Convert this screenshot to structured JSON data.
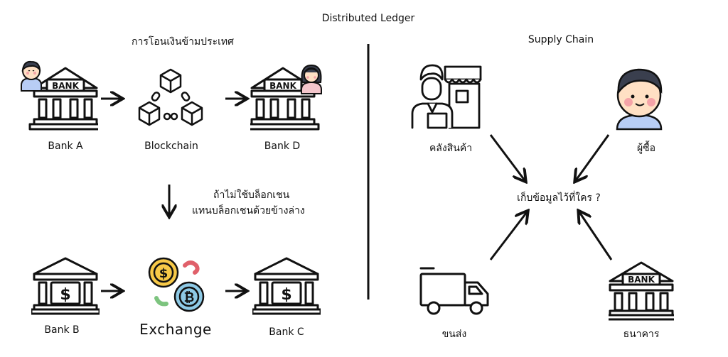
{
  "title": "Distributed Ledger",
  "left": {
    "heading": "การโอนเงินข้ามประเทศ",
    "top_row": {
      "bank_a": "Bank A",
      "blockchain": "Blockchain",
      "bank_d": "Bank D"
    },
    "note_line1": "ถ้าไม่ใช้บล็อกเชน",
    "note_line2": "แทนบล็อกเชนด้วยข้างล่าง",
    "bottom_row": {
      "bank_b": "Bank B",
      "exchange": "Exchange",
      "bank_c": "Bank C"
    },
    "bank_sign": "BANK",
    "currency_symbols": [
      "$",
      "₿"
    ]
  },
  "right": {
    "heading": "Supply Chain",
    "warehouse": "คลังสินค้า",
    "buyer": "ผู้ซื้อ",
    "center_question": "เก็บข้อมูลไว้ที่ใคร ?",
    "shipping": "ขนส่ง",
    "bank": "ธนาคาร",
    "bank_sign": "BANK"
  },
  "colors": {
    "line": "#111111",
    "skin": "#ffe0c4",
    "hair": "#3a3f4e",
    "cheek": "#f5a3a8",
    "shirt_blue": "#b8cdf5",
    "coin_gold": "#f7c948",
    "coin_blue": "#8ecae6",
    "worm_red": "#e0606a",
    "worm_green": "#7dc47f"
  }
}
